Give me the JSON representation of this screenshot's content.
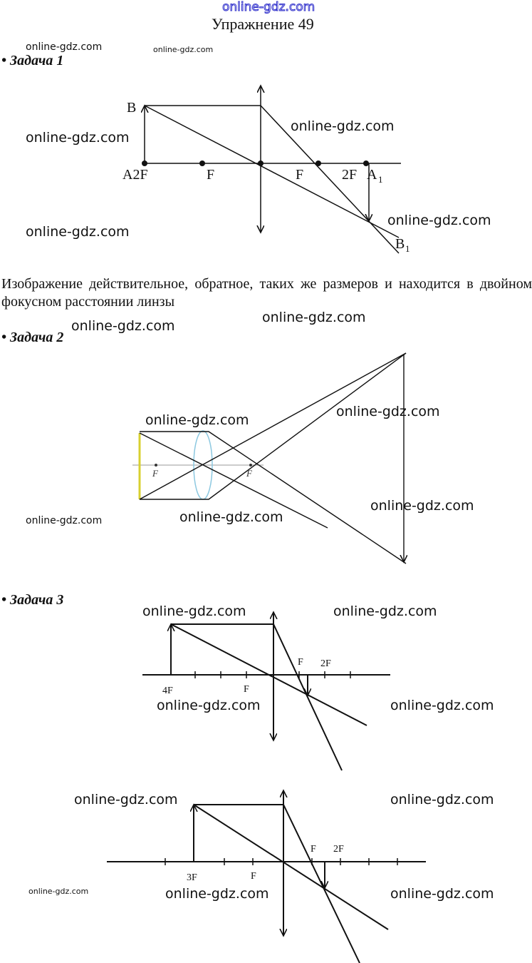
{
  "header": {
    "site": "online-gdz.com",
    "title": "Упражнение 49"
  },
  "watermark": "online-gdz.com",
  "tasks": [
    {
      "label": "• Задача 1",
      "labels": {
        "B": "B",
        "A2F": "A2F",
        "F1": "F",
        "F2": "F",
        "twoF": "2F",
        "A1": "A",
        "A1sub": "1",
        "B1": "B",
        "B1sub": "1"
      }
    },
    {
      "label": "• Задача 2",
      "labels": {
        "F1": "F",
        "F2": "F"
      }
    },
    {
      "label": "• Задача 3",
      "labels": {
        "fourF": "4F",
        "F1": "F",
        "F2": "F",
        "twoF": "2F",
        "threeF": "3F",
        "F3": "F",
        "F4": "F",
        "twoF2": "2F"
      }
    }
  ],
  "answer1": "Изображение действительное, обратное, таких же размеров и находится в двойном фокусном расстоянии линзы"
}
